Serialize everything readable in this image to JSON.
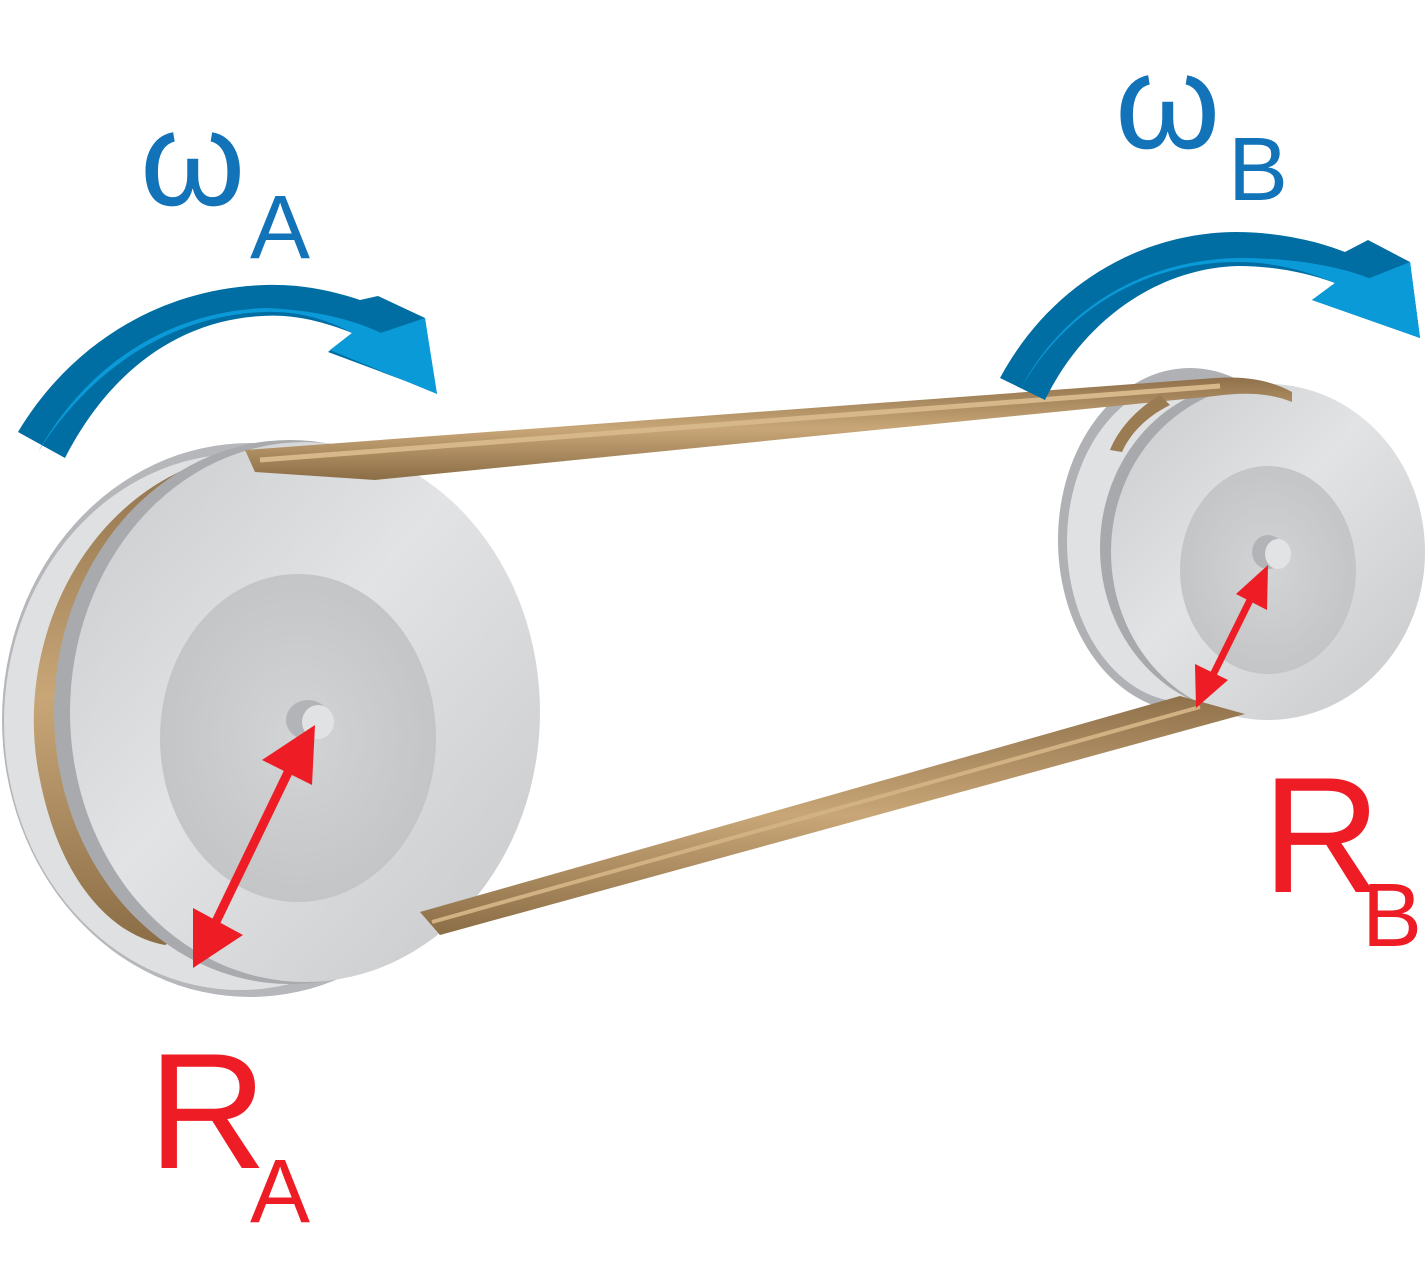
{
  "labels": {
    "omega_a": {
      "symbol": "ω",
      "subscript": "A"
    },
    "omega_b": {
      "symbol": "ω",
      "subscript": "B"
    },
    "radius_a": {
      "symbol": "R",
      "subscript": "A"
    },
    "radius_b": {
      "symbol": "R",
      "subscript": "B"
    }
  },
  "colors": {
    "rotation_arrow": "#0a8fd0",
    "rotation_arrow_dark": "#006ea3",
    "radius_arrow": "#ee1c25",
    "omega_text": "#1273b9",
    "radius_text": "#ee1c25",
    "belt": "#a9875c",
    "belt_light": "#c9a676",
    "belt_dark": "#8b6d46",
    "pulley_face": "#d6d7d9",
    "pulley_rim": "#a9aaad",
    "pulley_hub": "#c8c9cb"
  },
  "icons": {
    "rotation_a": "curved-arrow-clockwise",
    "rotation_b": "curved-arrow-clockwise",
    "radius_a": "double-headed-arrow",
    "radius_b": "double-headed-arrow"
  }
}
